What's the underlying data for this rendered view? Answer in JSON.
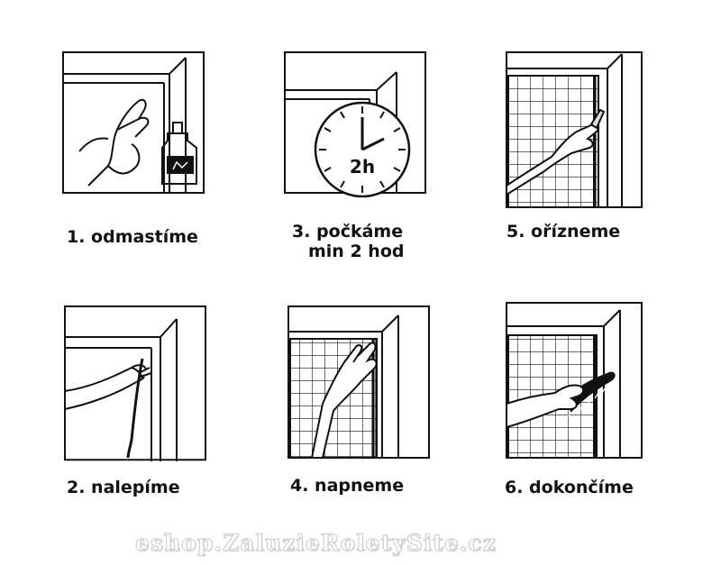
{
  "steps": [
    {
      "label": "1. odmastíme"
    },
    {
      "label": "2. nalepíme"
    },
    {
      "label": "3. počkáme",
      "label_line2": "min 2 hod",
      "clock_text": "2h"
    },
    {
      "label": "4. napneme"
    },
    {
      "label": "5. ořízneme"
    },
    {
      "label": "6. dokončíme"
    }
  ],
  "watermark": "eshop.ZaluzieRoletySite.cz",
  "colors": {
    "ink": "#111111",
    "paper": "#ffffff",
    "watermark": "#c9c9c9"
  }
}
